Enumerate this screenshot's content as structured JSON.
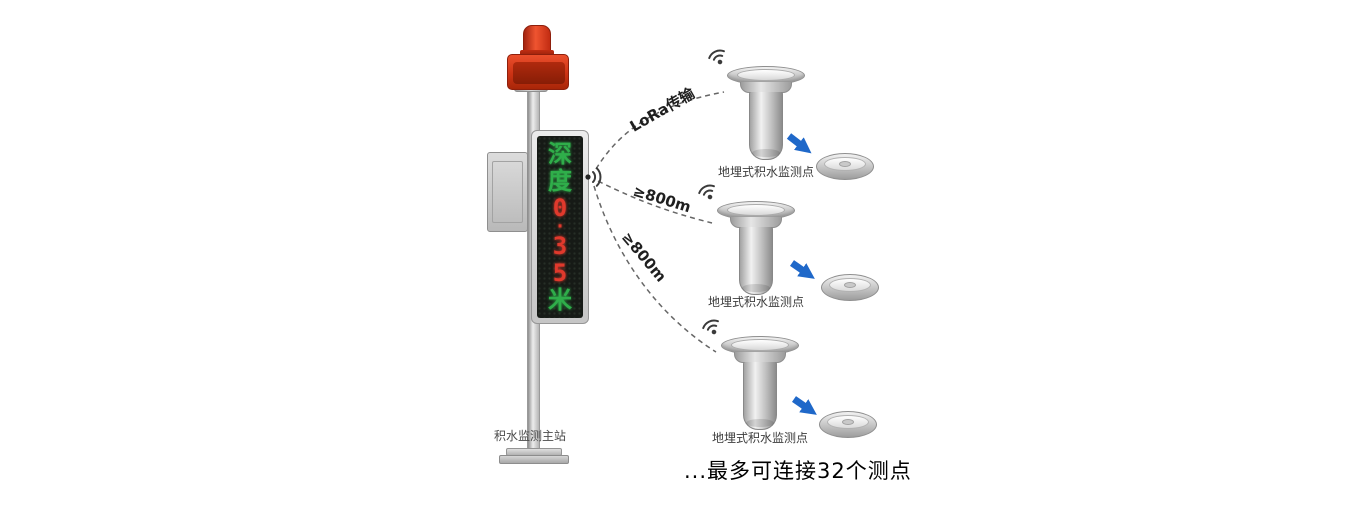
{
  "colors": {
    "line-gray": "#666666",
    "arrow-blue": "#1f68c9",
    "led-green": "#2fae4a",
    "led-red": "#e0392c"
  },
  "station": {
    "label": "积水监测主站",
    "display_rows": [
      {
        "ch": "深",
        "tone": "green"
      },
      {
        "ch": "度",
        "tone": "green"
      },
      {
        "ch": "0",
        "tone": "red"
      },
      {
        "ch": "·",
        "tone": "red"
      },
      {
        "ch": "3",
        "tone": "red"
      },
      {
        "ch": "5",
        "tone": "red"
      },
      {
        "ch": "米",
        "tone": "green"
      }
    ]
  },
  "links": [
    {
      "label": "LoRa传输"
    },
    {
      "label": "≥800m"
    },
    {
      "label": "≥800m"
    }
  ],
  "sensors": [
    {
      "label": "地埋式积水监测点"
    },
    {
      "label": "地埋式积水监测点"
    },
    {
      "label": "地埋式积水监测点"
    }
  ],
  "footer": "...最多可连接32个测点"
}
